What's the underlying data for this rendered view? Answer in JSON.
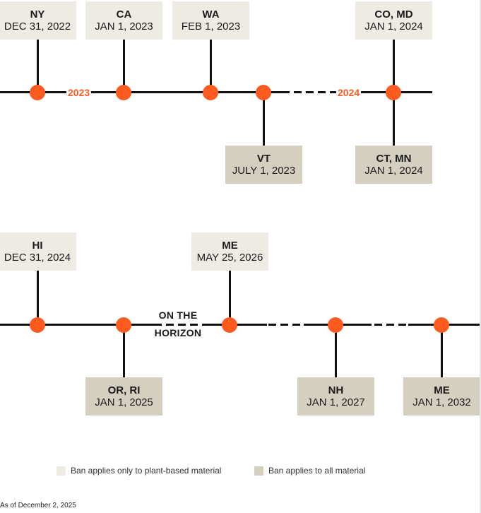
{
  "colors": {
    "accent": "#ff5a1f",
    "plant_based": "#eeebe4",
    "all_material": "#d5cfbf"
  },
  "row1": {
    "year_a": "2023",
    "year_b": "2024",
    "entries": [
      {
        "state": "NY",
        "date": "DEC 31, 2022",
        "kind": "plant_based"
      },
      {
        "state": "CA",
        "date": "JAN 1, 2023",
        "kind": "plant_based"
      },
      {
        "state": "WA",
        "date": "FEB 1, 2023",
        "kind": "plant_based"
      },
      {
        "state": "VT",
        "date": "JULY 1, 2023",
        "kind": "all_material"
      },
      {
        "state": "CO, MD",
        "date": "JAN 1, 2024",
        "kind": "plant_based"
      },
      {
        "state": "CT, MN",
        "date": "JAN 1, 2024",
        "kind": "all_material"
      }
    ]
  },
  "row2": {
    "horizon_line1": "ON THE",
    "horizon_line2": "HORIZON",
    "entries": [
      {
        "state": "HI",
        "date": "DEC 31, 2024",
        "kind": "plant_based"
      },
      {
        "state": "OR, RI",
        "date": "JAN 1, 2025",
        "kind": "all_material"
      },
      {
        "state": "ME",
        "date": "MAY 25, 2026",
        "kind": "plant_based"
      },
      {
        "state": "NH",
        "date": "JAN 1, 2027",
        "kind": "all_material"
      },
      {
        "state": "ME",
        "date": "JAN 1, 2032",
        "kind": "all_material"
      }
    ]
  },
  "legend": {
    "plant_based": "Ban applies only to plant-based material",
    "all_material": "Ban applies to all material"
  },
  "note": "As of December 2, 2025"
}
